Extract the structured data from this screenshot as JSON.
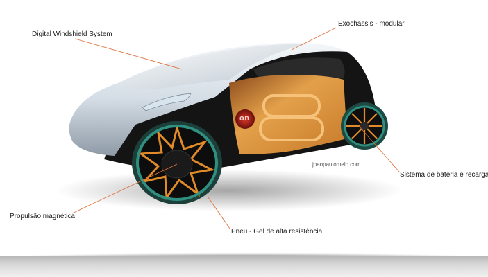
{
  "diagram": {
    "labels": {
      "windshield": "Digital Windshield System",
      "exochassis": "Exochassis - modular",
      "battery": "Sistema de bateria e recarga",
      "propulsion": "Propulsão magnética",
      "tire": "Pneu - Gel de alta resistência"
    },
    "credit": "joaopaulomelo.com",
    "badge_text": "on"
  },
  "colors": {
    "leader_line": "#e0703a",
    "body_silver": "#dfe6ec",
    "body_black": "#151515",
    "interior_orange": "#d9903a",
    "wheel_orange": "#e08a2a",
    "wheel_teal": "#2f8f80",
    "badge_red": "#b3221a"
  }
}
